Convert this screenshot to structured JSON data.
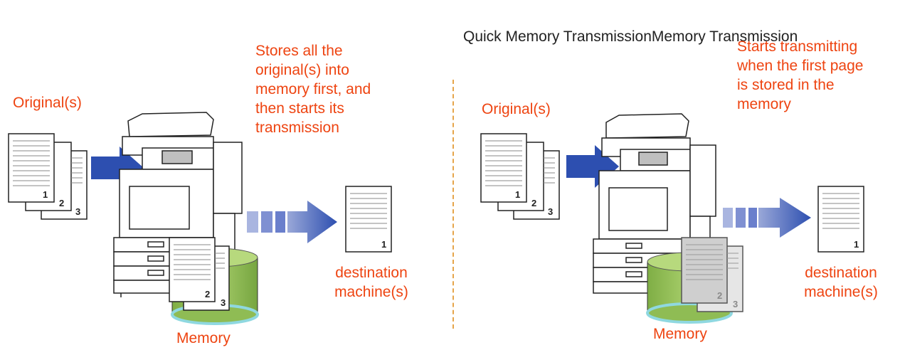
{
  "header": {
    "title": "Quick Memory TransmissionMemory Transmission"
  },
  "left": {
    "originals_label": "Original(s)",
    "note_lines": [
      "Stores all the",
      "original(s) into",
      "memory first, and",
      "then starts its",
      "transmission"
    ],
    "memory_label": "Memory",
    "destination_lines": [
      "destination",
      "machine(s)"
    ],
    "page_numbers": [
      "1",
      "2",
      "3"
    ],
    "stored_page_numbers": [
      "2",
      "3"
    ],
    "dest_page_number": "1"
  },
  "right": {
    "originals_label": "Original(s)",
    "note_lines": [
      "Starts transmitting",
      "when the first page",
      "is stored in the",
      "memory"
    ],
    "memory_label": "Memory",
    "destination_lines": [
      "destination",
      "machine(s)"
    ],
    "page_numbers": [
      "1",
      "2",
      "3"
    ],
    "stored_page_numbers": [
      "2",
      "3"
    ],
    "dest_page_number": "1"
  },
  "colors": {
    "accent_text": "#ee4411",
    "arrow_blue": "#2d4fb0",
    "memory_green": "#96c35a",
    "memory_rim": "#8fd8e0",
    "divider": "#e6a54a"
  }
}
